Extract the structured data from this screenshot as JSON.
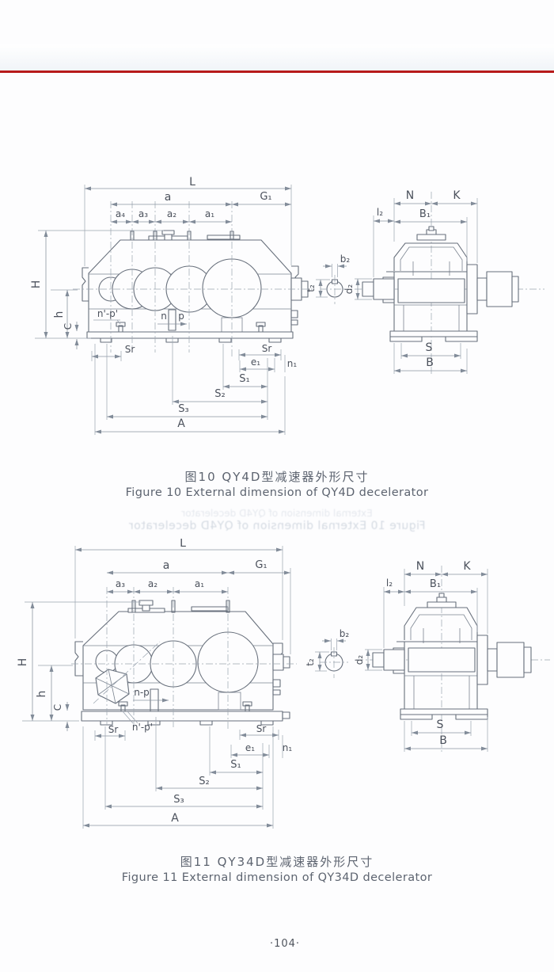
{
  "page": {
    "page_number": "·104·",
    "accent_rule_color": "#b71a1a"
  },
  "figure10": {
    "caption_zh": "图10 QY4D型减速器外形尺寸",
    "caption_en": "Figure 10 External dimension of QY4D decelerator",
    "labels": {
      "L": "L",
      "a": "a",
      "G1": "G₁",
      "a4": "a₄",
      "a3": "a₃",
      "a2": "a₂",
      "a1": "a₁",
      "H": "H",
      "h": "h",
      "C": "C",
      "Sr": "Sr",
      "np_prime": "n'-p'",
      "n": "n",
      "p": "p",
      "e1": "e₁",
      "n1": "n₁",
      "S1": "S₁",
      "S2": "S₂",
      "S3": "S₃",
      "A": "A",
      "b2": "b₂",
      "t2": "t₂",
      "N": "N",
      "K": "K",
      "l2": "l₂",
      "B1": "B₁",
      "d2": "d₂",
      "S": "S",
      "B": "B"
    }
  },
  "figure11": {
    "caption_zh": "图11 QY34D型减速器外形尺寸",
    "caption_en": "Figure 11 External dimension of QY34D decelerator",
    "labels": {
      "L": "L",
      "a": "a",
      "G1": "G₁",
      "a3": "a₃",
      "a2": "a₂",
      "a1": "a₁",
      "H": "H",
      "h": "h",
      "C": "C",
      "Sr": "Sr",
      "np": "n-p",
      "np_prime": "n'-p'",
      "e1": "e₁",
      "n1": "n₁",
      "S1": "S₁",
      "S2": "S₂",
      "S3": "S₃",
      "A": "A",
      "b2": "b₂",
      "t2": "t₂",
      "N": "N",
      "K": "K",
      "l2": "l₂",
      "B1": "B₁",
      "d2": "d₂",
      "S": "S",
      "B": "B"
    }
  },
  "show_through": {
    "line1": "External dimension of QY4D decelerator",
    "line2": "Figure 10 External dimension of QY4D decelerator"
  }
}
